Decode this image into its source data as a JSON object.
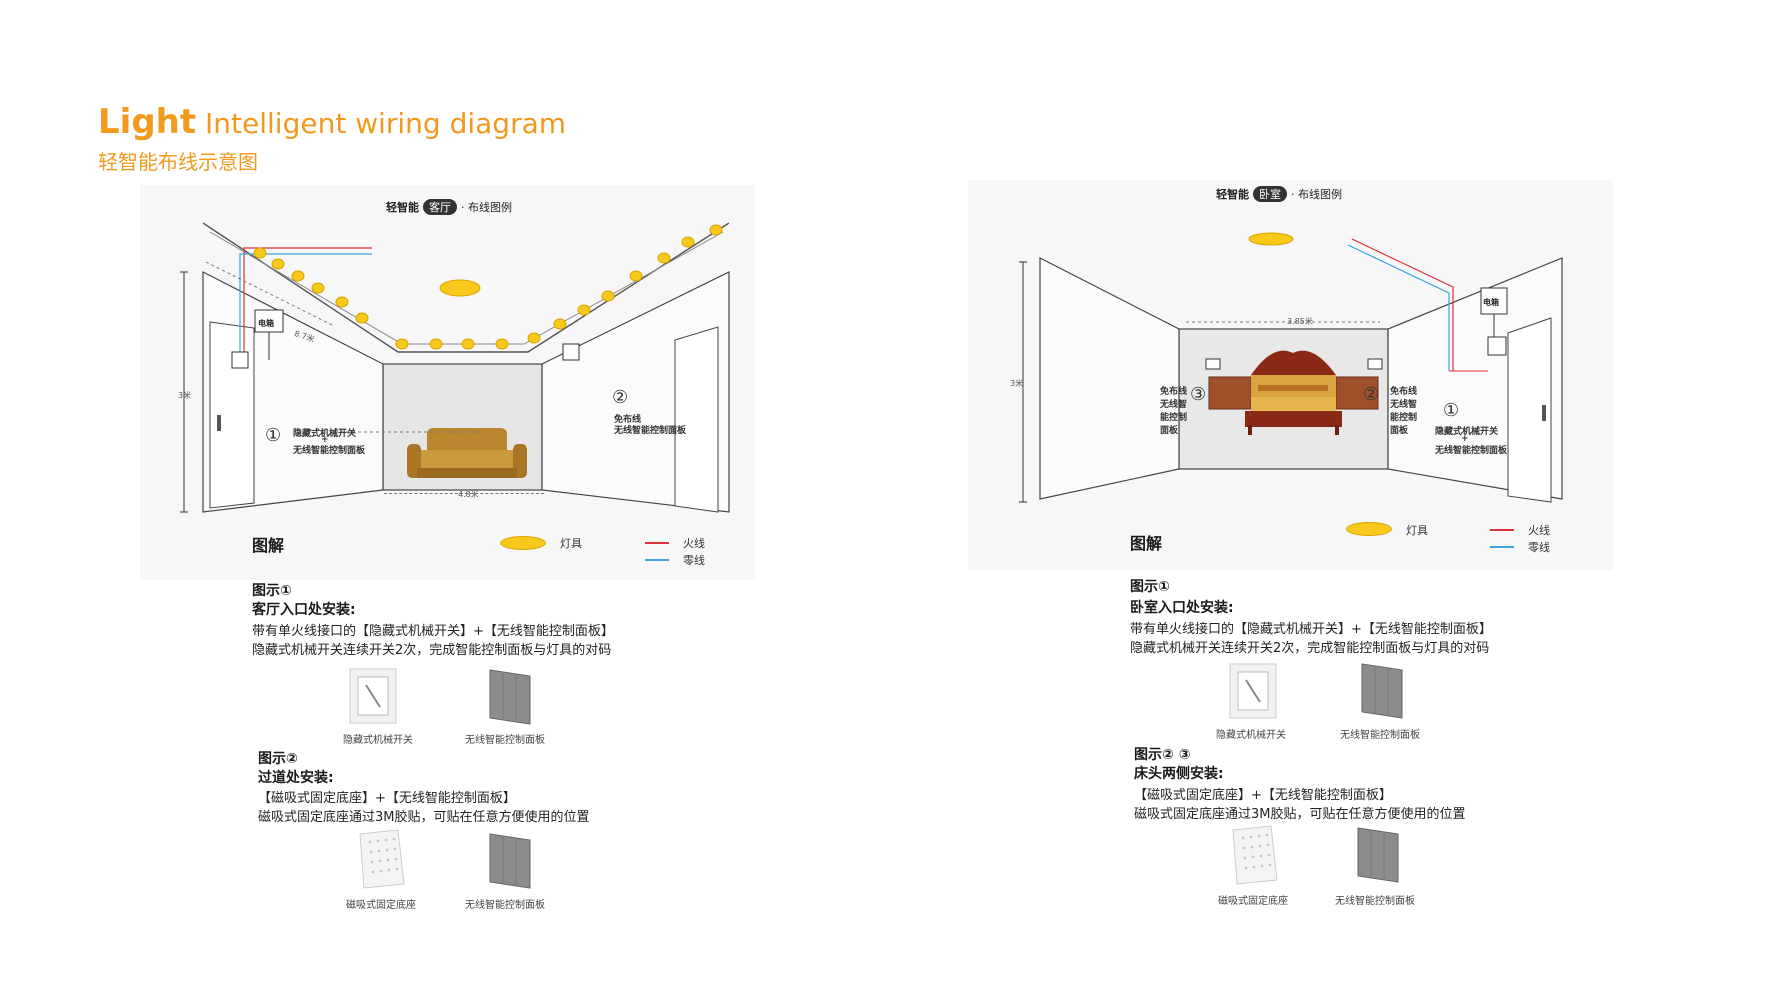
{
  "header": {
    "title_bold": "Light",
    "title_rest": "Intelligent wiring diagram",
    "subtitle_cn": "轻智能布线示意图"
  },
  "left": {
    "diagram_title_prefix": "轻智能",
    "diagram_title_room": "客厅",
    "diagram_title_suffix": "· 布线图例",
    "height_label": "3米",
    "ceiling_length": "8.7米",
    "floor_width": "4.8米",
    "panel_box_label": "电箱",
    "marker1": "①",
    "marker1_line1": "隐藏式机械开关",
    "marker1_line2": "+",
    "marker1_line3": "无线智能控制面板",
    "marker2": "②",
    "marker2_line1": "免布线",
    "marker2_line2": "无线智能控制面板",
    "legend_heading": "图解",
    "legend_lamp": "灯具",
    "legend_live": "火线",
    "legend_neutral": "零线",
    "fig1_label": "图示①",
    "fig1_title": "客厅入口处安装:",
    "fig1_line1": "带有单火线接口的【隐藏式机械开关】+【无线智能控制面板】",
    "fig1_line2": "隐藏式机械开关连续开关2次，完成智能控制面板与灯具的对码",
    "prod1_caption": "隐藏式机械开关",
    "prod2_caption": "无线智能控制面板",
    "fig2_label": "图示②",
    "fig2_title": "过道处安装:",
    "fig2_line1": "【磁吸式固定底座】+【无线智能控制面板】",
    "fig2_line2": "磁吸式固定底座通过3M胶贴，可贴在任意方便使用的位置",
    "prod3_caption": "磁吸式固定底座",
    "prod4_caption": "无线智能控制面板"
  },
  "right": {
    "diagram_title_prefix": "轻智能",
    "diagram_title_room": "卧室",
    "diagram_title_suffix": "· 布线图例",
    "height_label": "3米",
    "wall_width": "3.85米",
    "panel_box_label": "电箱",
    "marker3": "③",
    "marker3_lines": [
      "免布线",
      "无线智",
      "能控制",
      "面板"
    ],
    "marker2": "②",
    "marker2_lines": [
      "免布线",
      "无线智",
      "能控制",
      "面板"
    ],
    "marker1": "①",
    "marker1_line1": "隐藏式机械开关",
    "marker1_line2": "+",
    "marker1_line3": "无线智能控制面板",
    "legend_heading": "图解",
    "legend_lamp": "灯具",
    "legend_live": "火线",
    "legend_neutral": "零线",
    "fig1_label": "图示①",
    "fig1_title": "卧室入口处安装:",
    "fig1_line1": "带有单火线接口的【隐藏式机械开关】+【无线智能控制面板】",
    "fig1_line2": "隐藏式机械开关连续开关2次，完成智能控制面板与灯具的对码",
    "prod1_caption": "隐藏式机械开关",
    "prod2_caption": "无线智能控制面板",
    "fig2_label": "图示②  ③",
    "fig2_title": "床头两侧安装:",
    "fig2_line1": "【磁吸式固定底座】+【无线智能控制面板】",
    "fig2_line2": "磁吸式固定底座通过3M胶贴，可贴在任意方便使用的位置",
    "prod3_caption": "磁吸式固定底座",
    "prod4_caption": "无线智能控制面板"
  },
  "colors": {
    "accent": "#f39a1e",
    "lamp": "#f8c91a",
    "live_wire": "#e0303a",
    "neutral_wire": "#3aa6dc"
  }
}
